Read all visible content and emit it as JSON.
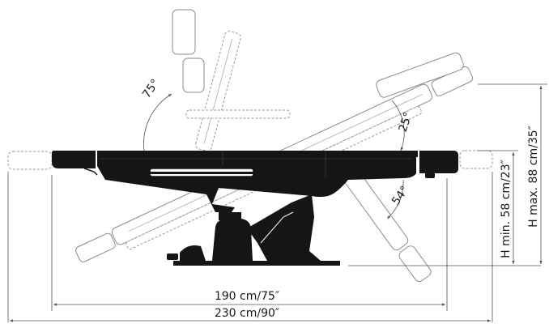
{
  "dimensions": {
    "length_inner": "190 cm/75″",
    "length_outer": "230 cm/90″",
    "height_min": "H min. 58 cm/23″",
    "height_max": "H max. 88 cm/35″"
  },
  "angles": {
    "backrest": "75°",
    "tilt": "25°",
    "leg": "54°"
  },
  "colors": {
    "body": "#151515",
    "ghost_stroke": "#9a9a9a",
    "dimension_line": "#555555"
  }
}
